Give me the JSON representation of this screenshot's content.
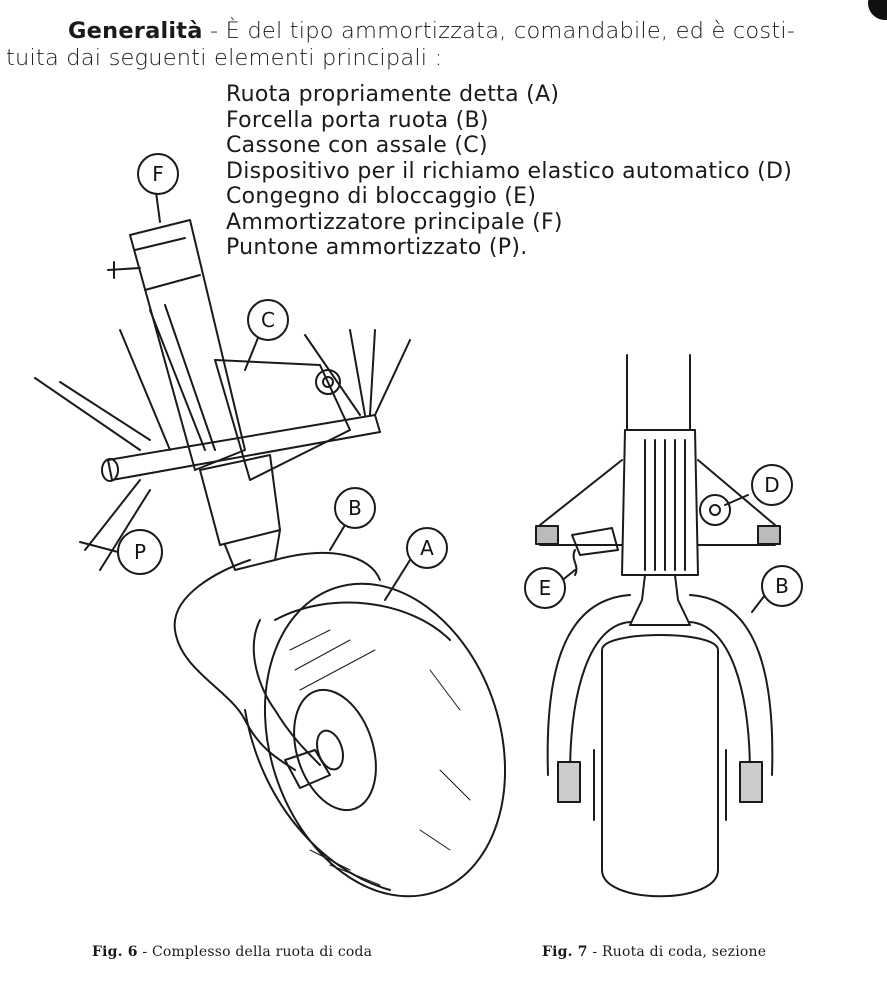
{
  "intro": {
    "heading": "Generalità",
    "line1_rest": " - È del tipo ammortizzata, comandabile, ed è costi-",
    "line2": "tuita dai seguenti elementi principali :"
  },
  "elements": [
    "Ruota propriamente detta (A)",
    "Forcella porta ruota (B)",
    "Cassone con assale (C)",
    "Dispositivo per il richiamo elastico automatico (D)",
    "Congegno di bloccaggio (E)",
    "Ammortizzatore principale (F)",
    "Puntone ammortizzato (P)."
  ],
  "figures": {
    "fig6": {
      "caption_prefix": "Fig. 6",
      "caption_text": " - Complesso della ruota di coda",
      "labels": {
        "F": "F",
        "C": "C",
        "B": "B",
        "A": "A",
        "P": "P"
      }
    },
    "fig7": {
      "caption_prefix": "Fig. 7",
      "caption_text": " - Ruota di coda, sezione",
      "labels": {
        "D": "D",
        "E": "E",
        "B": "B"
      }
    }
  },
  "colors": {
    "ink": "#1a1a1a",
    "paper": "#ffffff"
  }
}
